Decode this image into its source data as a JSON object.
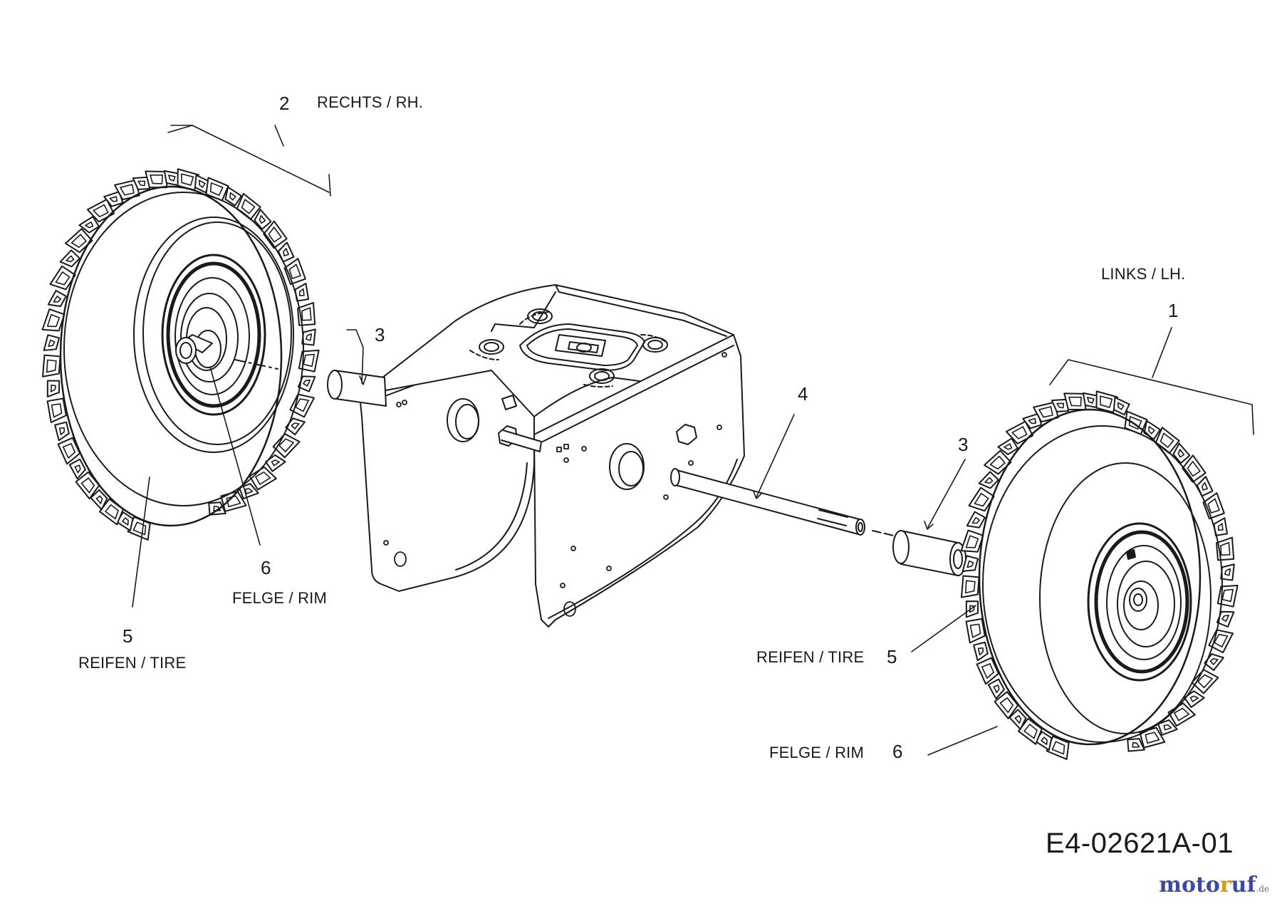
{
  "callouts": {
    "item2": "2",
    "rechts": "RECHTS / RH.",
    "links": "LINKS / LH.",
    "item1": "1",
    "item3_left": "3",
    "item3_right": "3",
    "item4": "4",
    "item6_left": "6",
    "felge_left": "FELGE / RIM",
    "item5_left": "5",
    "reifen_left": "REIFEN / TIRE",
    "reifen_right": "REIFEN / TIRE",
    "item5_right": "5",
    "felge_right": "FELGE / RIM",
    "item6_right": "6"
  },
  "drawing_code": "E4-02621A-01",
  "watermark": {
    "part1": "moto",
    "part2": "r",
    "part3": "uf",
    "suffix": ".de"
  },
  "colors": {
    "line": "#1a1a1a",
    "watermark_blue": "#3b4aa0",
    "watermark_orange": "#d89a1c"
  }
}
